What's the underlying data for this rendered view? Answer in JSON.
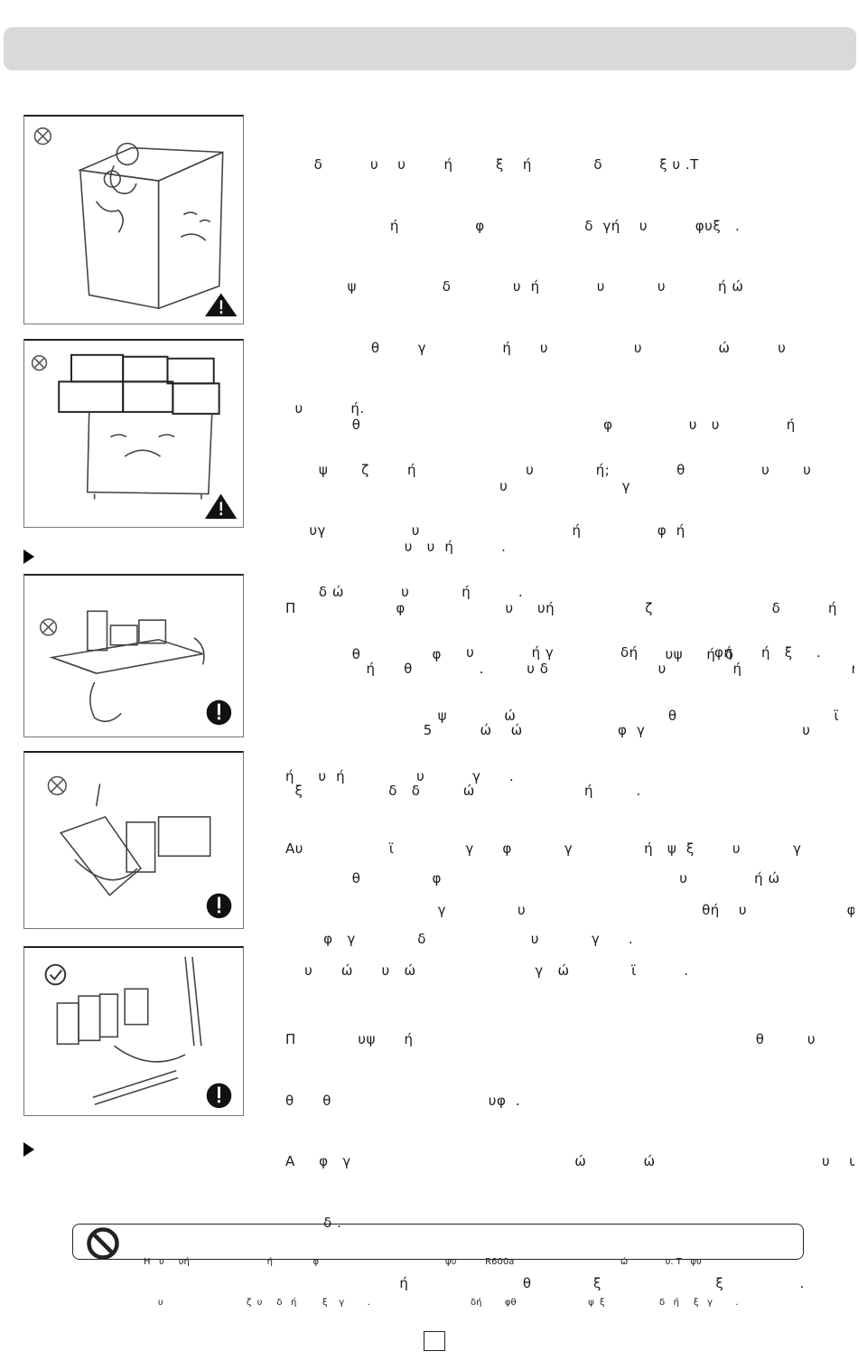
{
  "sections": [
    {
      "lines": [
        "      δ          υ    υ        ή         ξ    ή             δ            ξ υ .Τ",
        "                      ή                φ                     δ  γή    υ          φυξ   .",
        "             ψ                  δ             υ  ή            υ           υ           ή ώ",
        "                  θ        γ                ή      υ                  υ                ώ          υ",
        "  υ          ή.",
        "       ψ       ζ        ή                       υ             ή;              θ                υ       υ",
        "     υγ                  υ                                ή                φ  ή",
        "       δ ώ            υ           ή          .",
        "                                      υ            ή γ              δή                φή      ή   ξ     ."
      ],
      "icons": [
        "prohibited-icon",
        "warning-icon"
      ]
    },
    {
      "lines": [
        "",
        "              θ                                                   φ                υ   υ              ή",
        "                                             υ                        γ",
        "                         υ   υ  ή          .",
        "Π                     φ                     υ     υή                   ζ                         δ          ή",
        "                 ή      θ              .         υ δ                       υ              ή                       ή      -",
        "                             5          ώ    ώ                    φ  γ                                 υ             ή",
        "  ξ                  δ   δ         ώ                       ή         ."
      ],
      "icons": [
        "prohibited-icon",
        "warning-icon"
      ]
    },
    {
      "lines": [
        "",
        "              θ               φ                                               υψ     ή  δ",
        "                                ψ            ώ                                θ                                 ϊ",
        "ή     υ  ή               υ          γ      .",
        "",
        "              θ               φ                                                  υ              ή ώ",
        "        φ   γ             δ                      υ           γ      ."
      ],
      "icons": [
        "prohibited-icon",
        "caution-icon"
      ]
    },
    {
      "lines": [
        "",
        "Αυ                  ϊ               γ      φ           γ               ή   ψ  ξ        υ           γ             θή    υ",
        "                                γ               υ                                     θή    υ                     φ           -",
        "    υ      ώ      υ   ώ                         γ   ώ             ϊ          ."
      ],
      "icons": [
        "prohibited-icon",
        "caution-icon"
      ]
    },
    {
      "lines": [
        "",
        "Π             υψ      ή                                                                        θ         υ                     -",
        "θ      θ                                 υφ  .",
        "Α     φ   γ                                               ώ            ώ                                   υ    υ           ι",
        "        δ .",
        "                        ή                        θ             ξ                        ξ                ."
      ],
      "icons": [
        "allowed-icon",
        "caution-icon"
      ]
    }
  ],
  "notice": {
    "line1": "Η   υ     υή                           ή              φ                                            ψυ          R600a                                     ώ             υ. Τ   ψυ",
    "line2": "     υ                             ζ  υ     δ   ή         ξ    γ        .                                   δή        φθ                         ψ  ξ                   δ   ή     ξ   γ        ."
  },
  "page_number": ""
}
